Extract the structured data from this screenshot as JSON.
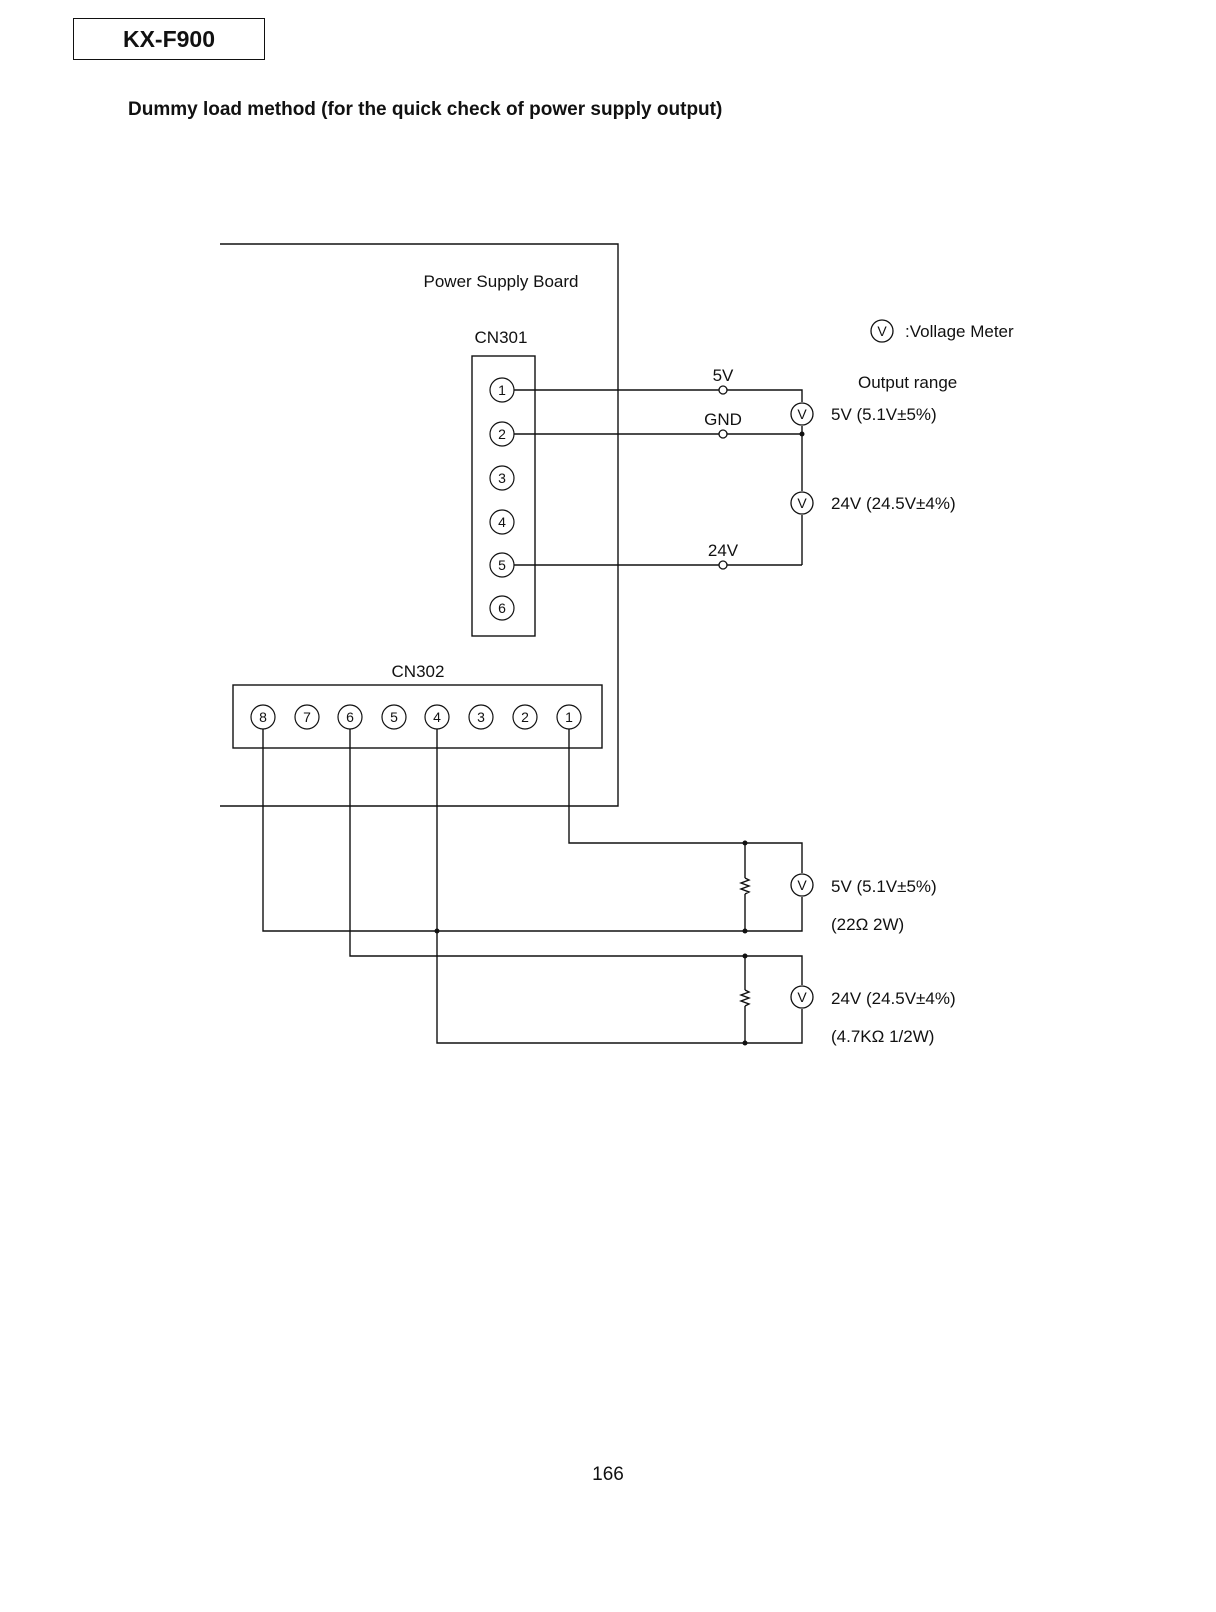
{
  "header": {
    "model": "KX-F900"
  },
  "section_title": "Dummy load method (for the quick check of power supply output)",
  "board": {
    "label": "Power Supply Board"
  },
  "legend": {
    "symbol": "V",
    "text": ":Vollage Meter",
    "output_range_title": "Output range"
  },
  "cn301": {
    "label": "CN301",
    "pins": [
      "1",
      "2",
      "3",
      "4",
      "5",
      "6"
    ]
  },
  "cn302": {
    "label": "CN302",
    "pins": [
      "8",
      "7",
      "6",
      "5",
      "4",
      "3",
      "2",
      "1"
    ]
  },
  "test_points": {
    "v5": "5V",
    "gnd": "GND",
    "v24": "24V"
  },
  "meter_readings": {
    "top_5v": "5V  (5.1V±5%)",
    "top_24v": "24V  (24.5V±4%)",
    "load_5v": "5V  (5.1V±5%)",
    "load_5v_resistor": "(22Ω 2W)",
    "load_24v": "24V  (24.5V±4%)",
    "load_24v_resistor": "(4.7KΩ 1/2W)"
  },
  "footer": {
    "page_number": "166"
  }
}
